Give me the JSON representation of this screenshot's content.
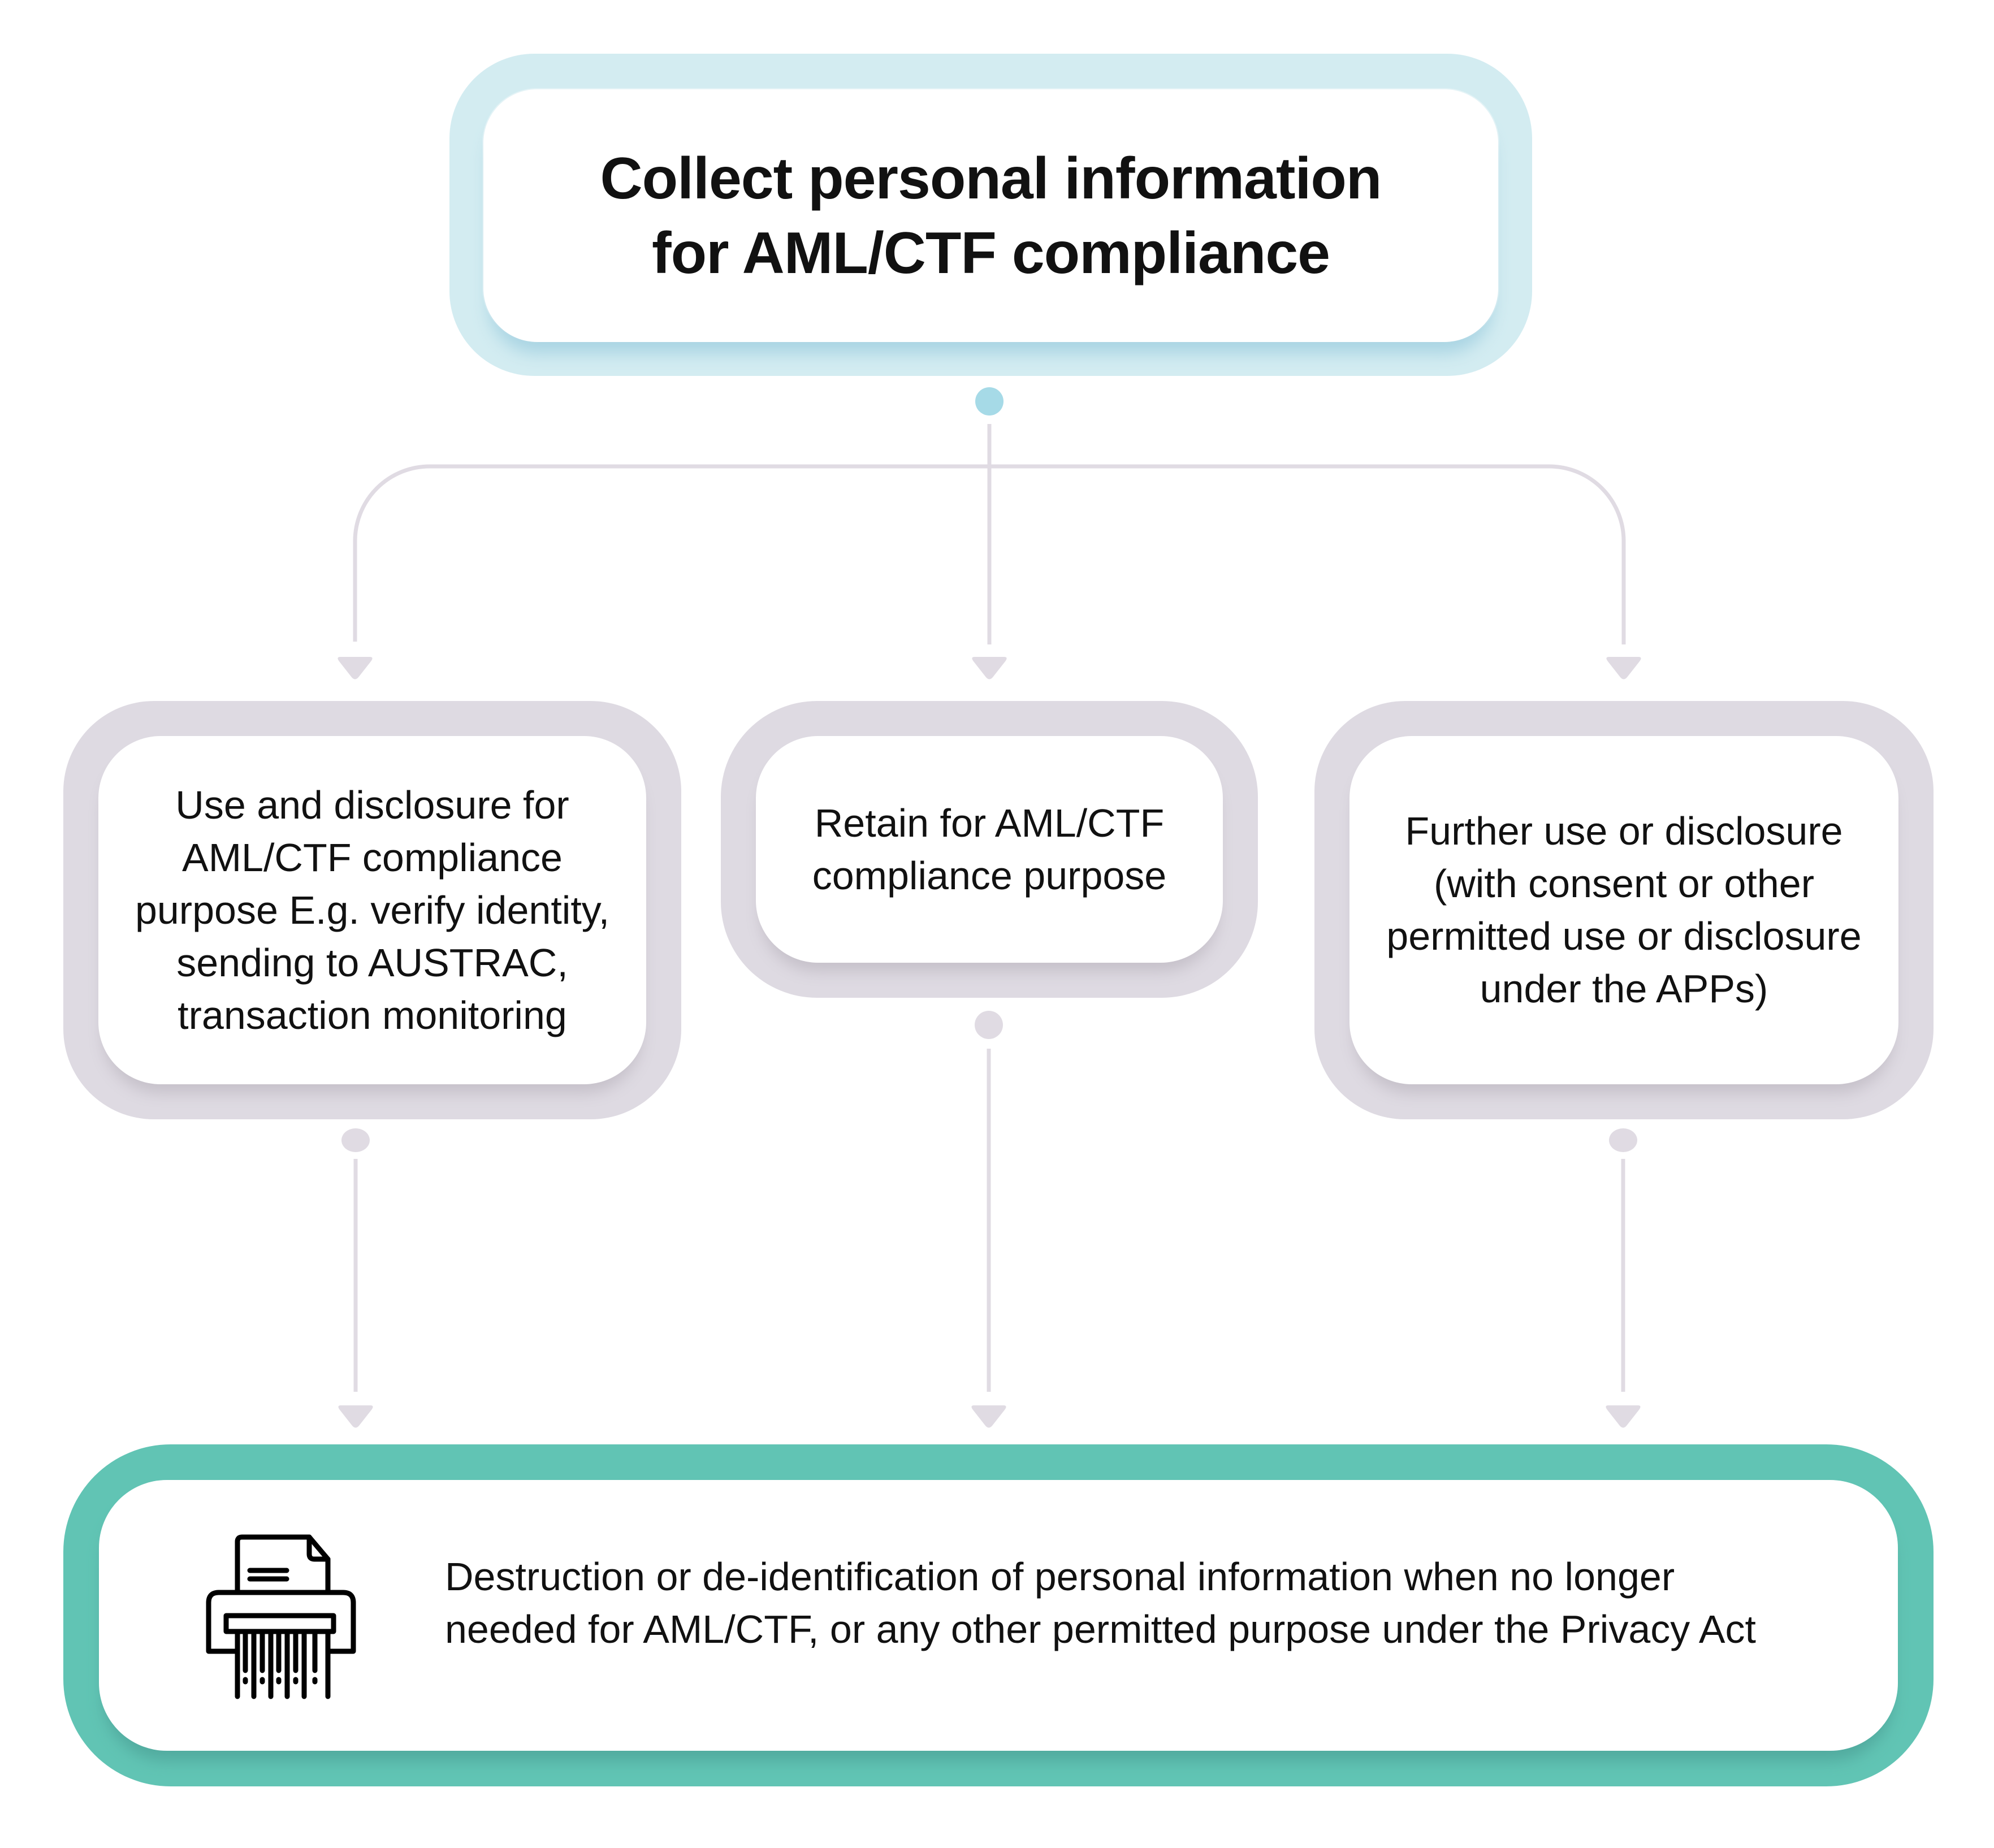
{
  "diagram": {
    "title": "AML/CTF personal information lifecycle",
    "colors": {
      "top_border": "#d3ecf1",
      "top_shadow": "#a9d4e3",
      "top_dot": "#a6dae7",
      "mid_border": "#dedae2",
      "connector": "#e0dbe3",
      "bottom_border": "#61c4b4",
      "text": "#111111"
    },
    "top_box": {
      "text": "Collect personal information\nfor AML/CTF compliance"
    },
    "middle_boxes": [
      {
        "id": "use-disclosure",
        "text": "Use and disclosure for AML/CTF compliance purpose E.g. verify identity, sending to AUSTRAC, transaction monitoring"
      },
      {
        "id": "retain",
        "text": "Retain for AML/CTF compliance purpose"
      },
      {
        "id": "further-use",
        "text": "Further use or disclosure (with consent or other permitted use or disclosure under the APPs)"
      }
    ],
    "bottom_box": {
      "icon": "shredder-icon",
      "text": "Destruction or de-identification of personal information when no longer\nneeded for AML/CTF, or any other permitted purpose under the Privacy Act"
    },
    "edges": [
      {
        "from": "top_box",
        "to": "use-disclosure"
      },
      {
        "from": "top_box",
        "to": "retain"
      },
      {
        "from": "top_box",
        "to": "further-use"
      },
      {
        "from": "use-disclosure",
        "to": "bottom_box"
      },
      {
        "from": "retain",
        "to": "bottom_box"
      },
      {
        "from": "further-use",
        "to": "bottom_box"
      }
    ]
  }
}
